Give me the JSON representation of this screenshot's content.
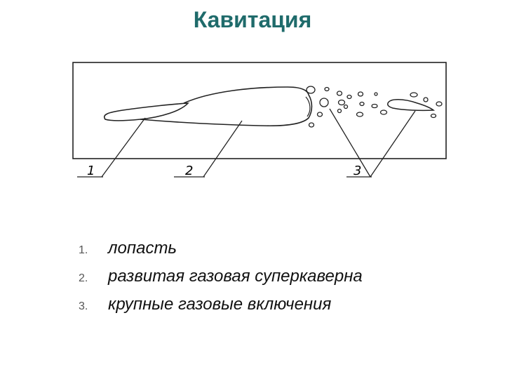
{
  "title": "Кавитация",
  "diagram": {
    "labels": [
      "1",
      "2",
      "3"
    ]
  },
  "legend": {
    "items": [
      {
        "num": "1.",
        "text": "лопасть"
      },
      {
        "num": "2.",
        "text": "развитая газовая суперкаверна"
      },
      {
        "num": "3.",
        "text": "крупные газовые включения"
      }
    ]
  }
}
